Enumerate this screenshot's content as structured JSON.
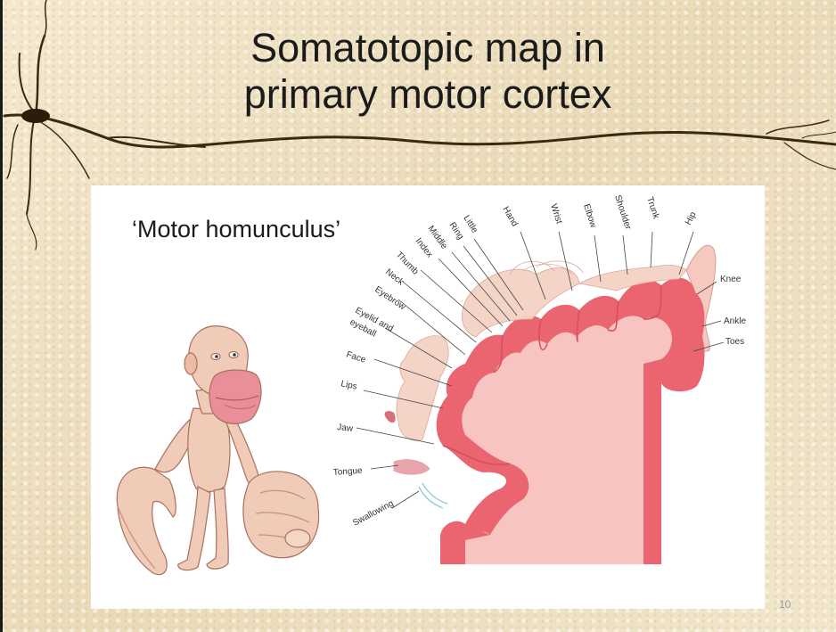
{
  "slide": {
    "title_line1": "Somatotopic map in",
    "title_line2": "primary motor cortex",
    "subtitle": "‘Motor homunculus’",
    "page_number": "10"
  },
  "cortex_labels": {
    "hip": "Hip",
    "trunk": "Trunk",
    "shoulder": "Shoulder",
    "elbow": "Elbow",
    "wrist": "Wrist",
    "hand": "Hand",
    "little": "Little",
    "ring": "Ring",
    "middle": "Middle",
    "index": "Index",
    "thumb": "Thumb",
    "neck": "Neck",
    "eyebrow": "Eyebrow",
    "eyelid_line1": "Eyelid and",
    "eyelid_line2": "eyeball",
    "face": "Face",
    "lips": "Lips",
    "jaw": "Jaw",
    "tongue": "Tongue",
    "swallowing": "Swallowing",
    "knee": "Knee",
    "ankle": "Ankle",
    "toes": "Toes"
  },
  "colors": {
    "cortex_red": "#ea6570",
    "cortex_inner": "#f7c4c2",
    "skin": "#f0cbb8",
    "skin_shadow": "#d59f8c",
    "lips": "#e88f99",
    "slide_bg": "#efe3c7"
  }
}
